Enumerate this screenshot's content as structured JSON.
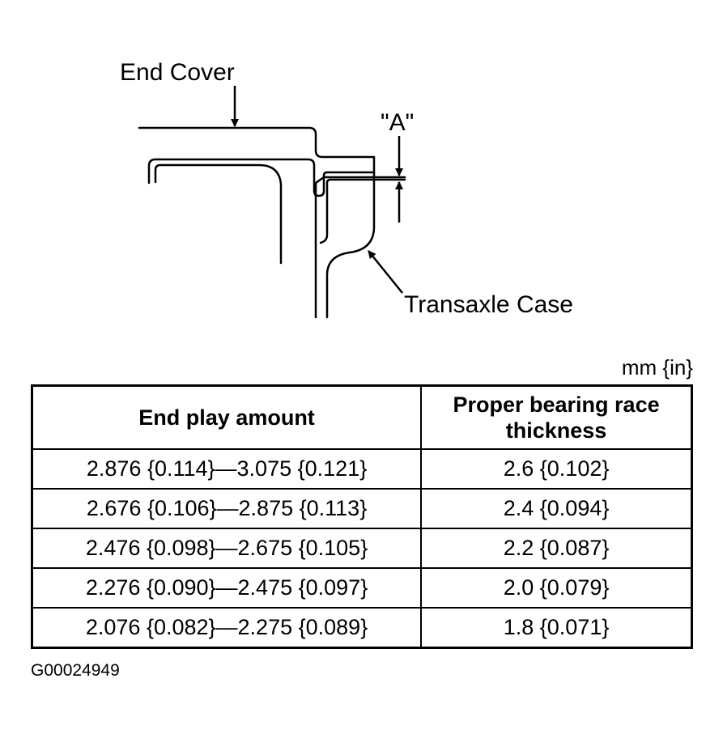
{
  "diagram": {
    "labels": {
      "end_cover": "End Cover",
      "gap": "\"A\"",
      "transaxle_case": "Transaxle Case"
    }
  },
  "units": "mm {in}",
  "table": {
    "headers": [
      "End play amount",
      "Proper bearing race thickness"
    ],
    "rows": [
      [
        "2.876 {0.114}—3.075 {0.121}",
        "2.6 {0.102}"
      ],
      [
        "2.676 {0.106}—2.875 {0.113}",
        "2.4 {0.094}"
      ],
      [
        "2.476 {0.098}—2.675 {0.105}",
        "2.2 {0.087}"
      ],
      [
        "2.276 {0.090}—2.475 {0.097}",
        "2.0 {0.079}"
      ],
      [
        "2.076 {0.082}—2.275 {0.089}",
        "1.8 {0.071}"
      ]
    ]
  },
  "figure_id": "G00024949"
}
